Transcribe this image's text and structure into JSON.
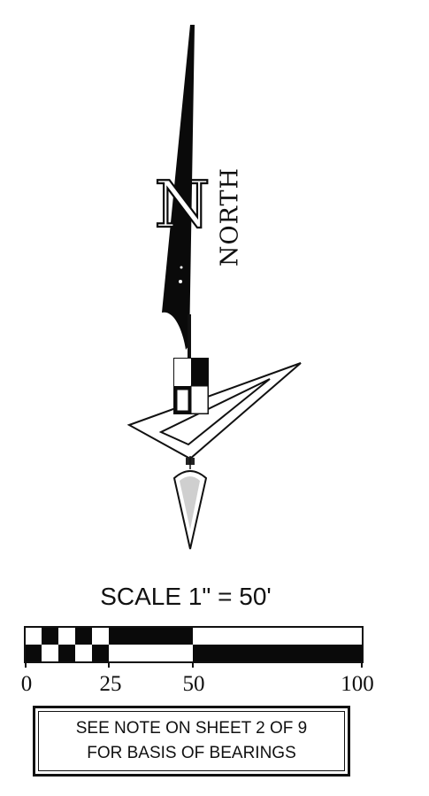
{
  "north_arrow": {
    "label": "NORTH",
    "letter": "N",
    "icons": [
      "north-arrow-icon",
      "triangle-ruler-icon",
      "plumb-bob-icon"
    ]
  },
  "scale": {
    "title": "SCALE 1\" = 50'",
    "ticks": [
      "0",
      "25",
      "50",
      "100"
    ]
  },
  "note": {
    "line1": "SEE NOTE ON SHEET 2 OF 9",
    "line2": "FOR BASIS OF BEARINGS"
  }
}
